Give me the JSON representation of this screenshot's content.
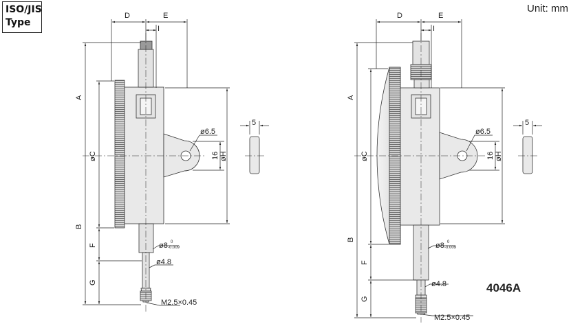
{
  "badge": {
    "line1": "ISO/JIS",
    "line2": "Type"
  },
  "unit_label": "Unit: mm",
  "model_label": "4046A",
  "colors": {
    "body_fill": "#e8e8e8",
    "body_stroke": "#333333",
    "line": "#222222",
    "shade": "#bdbdbd"
  },
  "left_view": {
    "dim_D": "D",
    "dim_E": "E",
    "dim_I": "I",
    "dim_A": "A",
    "dim_B": "B",
    "dim_F": "F",
    "dim_G": "G",
    "dim_C": "øC",
    "dim_H": "øH",
    "dim_16": "16",
    "hole": "ø6.5",
    "stem": "ø8",
    "stem_tol_top": "0",
    "stem_tol_bottom": "-0.009",
    "spindle": "ø4.8",
    "thread": "M2.5×0.45",
    "side_5": "5"
  },
  "right_view": {
    "dim_D": "D",
    "dim_E": "E",
    "dim_I": "I",
    "dim_A": "A",
    "dim_B": "B",
    "dim_F": "F",
    "dim_G": "G",
    "dim_C": "øC",
    "dim_H": "øH",
    "dim_16": "16",
    "hole": "ø6.5",
    "stem": "ø8",
    "stem_tol_top": "0",
    "stem_tol_bottom": "-0.009",
    "spindle": "ø4.8",
    "thread": "M2.5×0.45",
    "side_5": "5"
  }
}
